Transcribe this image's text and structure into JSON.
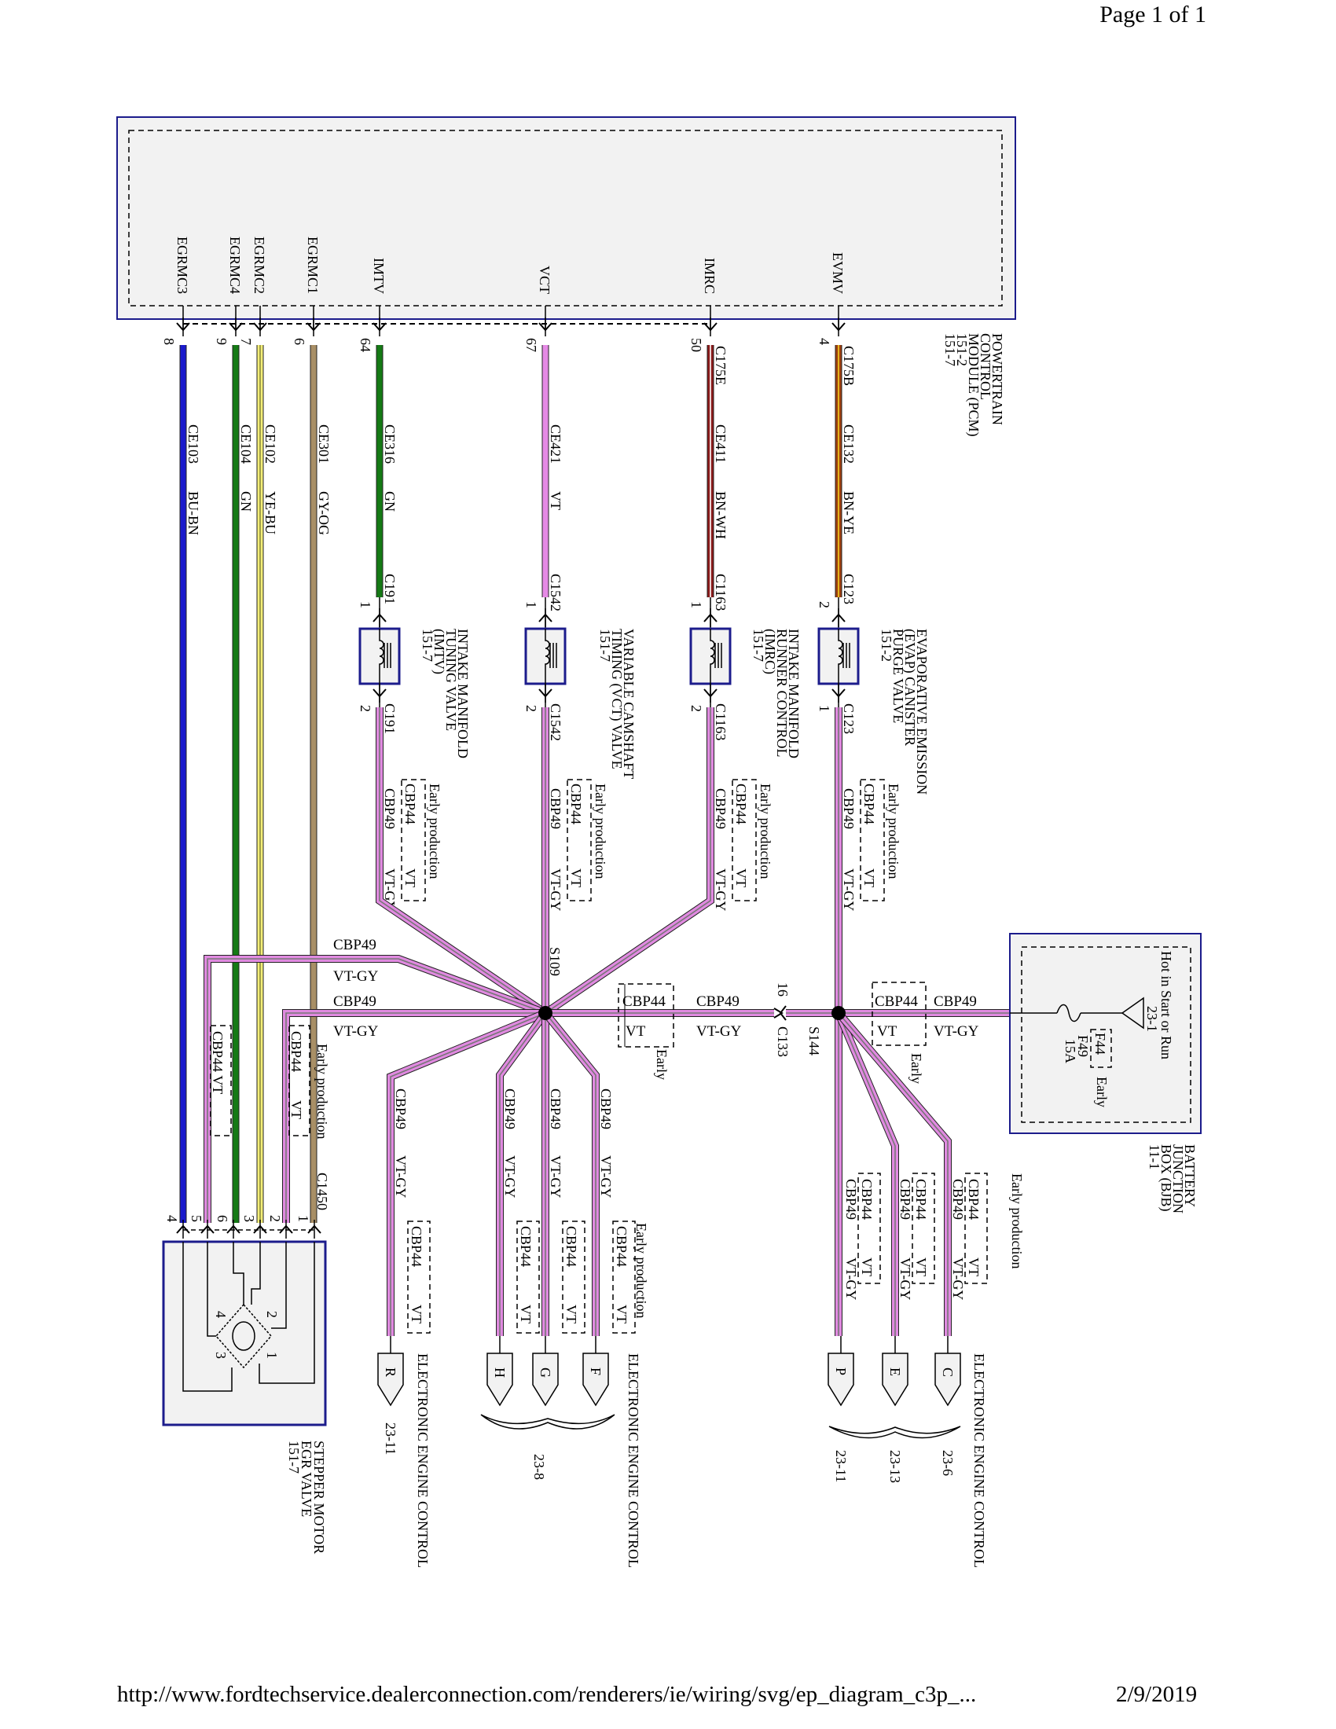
{
  "page": {
    "header": "Page 1 of 1",
    "footer_url": "http://www.fordtechservice.dealerconnection.com/renderers/ie/wiring/svg/ep_diagram_c3p_...",
    "footer_date": "2/9/2019"
  },
  "colors": {
    "module_border": "#1c1c8c",
    "module_fill": "#f2f2f2",
    "BU-BN": "#1a1acc",
    "GN": "#157a15",
    "YE-BU": "#f4ee78",
    "GY-OG": "#a88f66",
    "VT": "#e58ae5",
    "BN-WH": "#8b1a1a",
    "BN-YE": "#a0400f",
    "VT-GY": "#e08ae0"
  },
  "pcm": {
    "label": [
      "POWERTRAIN",
      "CONTROL",
      "MODULE (PCM)",
      "151-2",
      "151-7"
    ],
    "pins": [
      {
        "signal": "EGRMC3",
        "pin": "8",
        "circuit": "CE103",
        "color": "BU-BN"
      },
      {
        "signal": "EGRMC4",
        "pin": "9",
        "circuit": "CE104",
        "color": "GN"
      },
      {
        "signal": "EGRMC2",
        "pin": "7",
        "circuit": "CE102",
        "color": "YE-BU"
      },
      {
        "signal": "EGRMC1",
        "pin": "6",
        "circuit": "CE301",
        "color": "GY-OG"
      },
      {
        "signal": "IMTV",
        "pin": "64",
        "circuit": "CE316",
        "color": "GN"
      },
      {
        "signal": "VCT",
        "pin": "67",
        "circuit": "CE421",
        "color": "VT"
      },
      {
        "signal": "IMRC",
        "pin": "50",
        "circuit": "CE411",
        "color": "BN-WH",
        "connector": "C175E"
      },
      {
        "signal": "EVMV",
        "pin": "4",
        "circuit": "CE132",
        "color": "BN-YE",
        "connector": "C175B"
      }
    ]
  },
  "components": [
    {
      "label": [
        "INTAKE MANIFOLD",
        "TUNING VALVE",
        "(IMTV)",
        "151-7"
      ],
      "connector": "C191",
      "pin_in": "1",
      "pin_out": "2",
      "circuit": "CBP49",
      "color": "VT-GY",
      "alt_circuit": "CBP44",
      "alt_color": "VT",
      "note": "Early production"
    },
    {
      "label": [
        "VARIABLE CAMSHAFT",
        "TIMING (VCT) VALVE",
        "151-7"
      ],
      "connector": "C1542",
      "pin_in": "1",
      "pin_out": "2",
      "circuit": "CBP49",
      "color": "VT-GY",
      "alt_circuit": "CBP44",
      "alt_color": "VT",
      "note": "Early production"
    },
    {
      "label": [
        "INTAKE MANIFOLD",
        "RUNNER CONTROL",
        "(IMRC)",
        "151-7"
      ],
      "connector": "C1163",
      "pin_in": "1",
      "pin_out": "2",
      "circuit": "CBP49",
      "color": "VT-GY",
      "alt_circuit": "CBP44",
      "alt_color": "VT",
      "note": "Early production"
    },
    {
      "label": [
        "EVAPORATIVE EMISSION",
        "(EVAP) CANISTER",
        "PURGE VALVE",
        "151-2"
      ],
      "connector": "C123",
      "pin_in": "2",
      "pin_out": "1",
      "circuit": "CBP49",
      "color": "VT-GY",
      "alt_circuit": "CBP44",
      "alt_color": "VT",
      "note": "Early production"
    }
  ],
  "splices": {
    "left": "S109",
    "right": "S144"
  },
  "inline_connector": {
    "pin": "16",
    "name": "C133"
  },
  "harness": {
    "circuit": "CBP49",
    "color": "VT-GY",
    "alt_circuit": "CBP44",
    "alt_color": "VT",
    "early": "Early",
    "early_production": "Early production"
  },
  "stepper": {
    "label": [
      "STEPPER MOTOR",
      "EGR VALVE",
      "151-7"
    ],
    "connector": "C1450",
    "pins": [
      "4",
      "5",
      "6",
      "3",
      "2",
      "1"
    ],
    "winding_pins": [
      "1",
      "2",
      "3",
      "4"
    ],
    "alt_label_a": "CBP44 VT",
    "alt_label_b": "CBP44",
    "alt_label_b_color": "VT"
  },
  "bjb": {
    "label": [
      "BATTERY",
      "JUNCTION",
      "BOX (BJB)",
      "11-1"
    ],
    "power_note": "Hot in Start or Run",
    "power_ref": "23-1",
    "fuse_early": "F44",
    "fuse_early_note": "Early",
    "fuse": "F49",
    "rating": "15A"
  },
  "destinations": {
    "left_label": "ELECTRONIC ENGINE CONTROL",
    "mid_label": "ELECTRONIC ENGINE CONTROL",
    "right_label": "ELECTRONIC ENGINE CONTROL",
    "pins": [
      {
        "pin": "R",
        "ref": "23-11"
      },
      {
        "pin": "H"
      },
      {
        "pin": "G"
      },
      {
        "pin": "F"
      },
      {
        "pin": "P",
        "ref": "23-11"
      },
      {
        "pin": "E",
        "ref": "23-13"
      },
      {
        "pin": "C",
        "ref": "23-6"
      }
    ],
    "group_ref": "23-8"
  }
}
